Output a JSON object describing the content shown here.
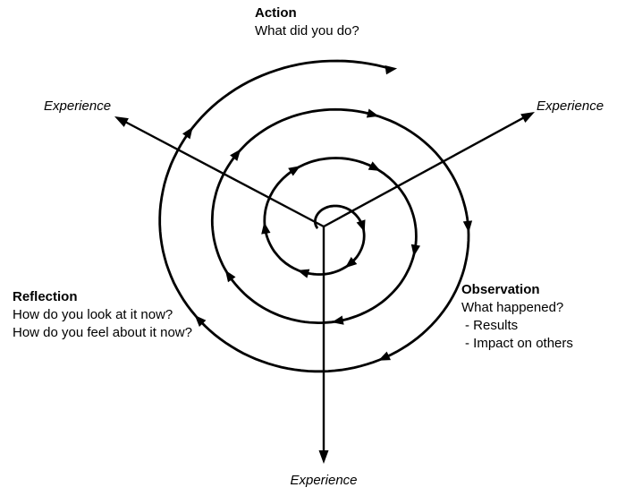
{
  "colors": {
    "ink": "#000000",
    "background": "#ffffff"
  },
  "action": {
    "title": "Action",
    "question": "What did you do?"
  },
  "observation": {
    "title": "Observation",
    "question": "What happened?",
    "items": [
      "- Results",
      "- Impact on others"
    ]
  },
  "reflection": {
    "title": "Reflection",
    "questions": [
      "How do you look at it now?",
      "How do you feel about it now?"
    ]
  },
  "axes": {
    "top_left_label": "Experience",
    "top_right_label": "Experience",
    "bottom_label": "Experience"
  }
}
